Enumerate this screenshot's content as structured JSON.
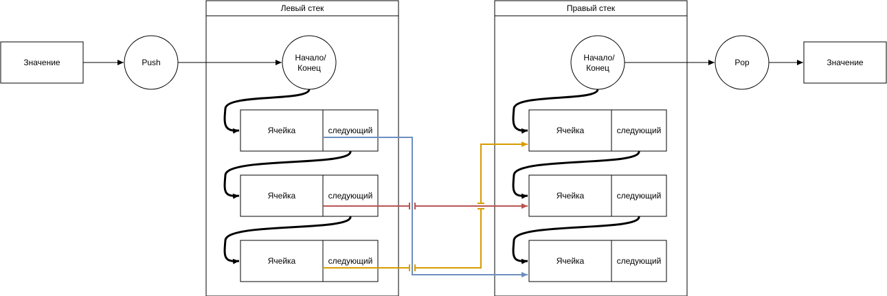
{
  "colors": {
    "blue": "#6c8ebf",
    "red": "#b85450",
    "orange": "#d79b00",
    "stroke": "#000000",
    "fill": "#ffffff"
  },
  "input_value": "Значение",
  "push_label": "Push",
  "pop_label": "Pop",
  "output_value": "Значение",
  "left_stack": {
    "title": "Левый стек",
    "head_line1": "Начало/",
    "head_line2": "Конец",
    "cells": [
      {
        "cell": "Ячейка",
        "next": "следующий"
      },
      {
        "cell": "Ячейка",
        "next": "следующий"
      },
      {
        "cell": "Ячейка",
        "next": "следующий"
      }
    ]
  },
  "right_stack": {
    "title": "Правый стек",
    "head_line1": "Начало/",
    "head_line2": "Конец",
    "cells": [
      {
        "cell": "Ячейка",
        "next": "следующий"
      },
      {
        "cell": "Ячейка",
        "next": "следующий"
      },
      {
        "cell": "Ячейка",
        "next": "следующий"
      }
    ]
  }
}
